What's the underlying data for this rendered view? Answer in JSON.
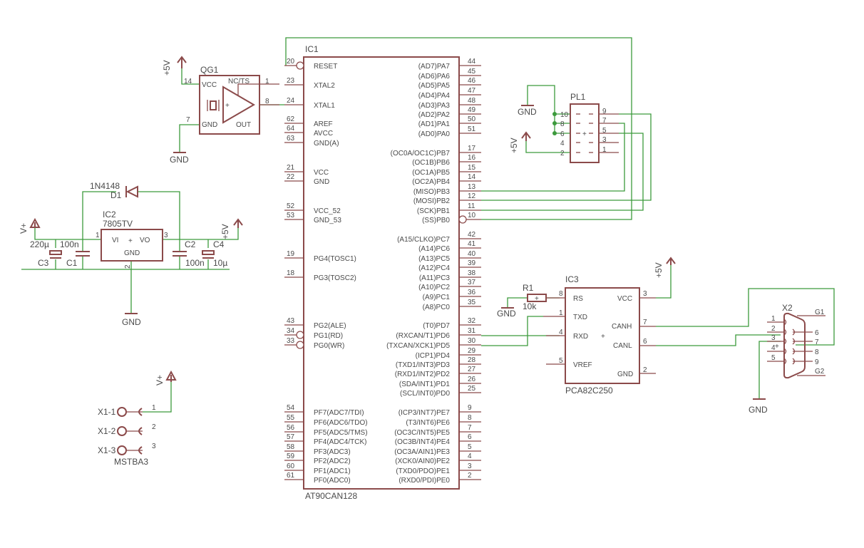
{
  "ic1": {
    "name": "IC1",
    "value": "AT90CAN128",
    "left_pins": [
      {
        "num": "20",
        "name": "RESET",
        "inv": true
      },
      {
        "num": "23",
        "name": "XTAL2"
      },
      {
        "num": "24",
        "name": "XTAL1"
      },
      {
        "num": "62",
        "name": "AREF"
      },
      {
        "num": "64",
        "name": "AVCC"
      },
      {
        "num": "63",
        "name": "GND(A)"
      },
      {
        "num": "21",
        "name": "VCC"
      },
      {
        "num": "22",
        "name": "GND"
      },
      {
        "num": "52",
        "name": "VCC_52"
      },
      {
        "num": "53",
        "name": "GND_53"
      },
      {
        "num": "19",
        "name": "PG4(TOSC1)"
      },
      {
        "num": "18",
        "name": "PG3(TOSC2)"
      },
      {
        "num": "43",
        "name": "PG2(ALE)"
      },
      {
        "num": "34",
        "name": "PG1(RD)",
        "inv": true
      },
      {
        "num": "33",
        "name": "PG0(WR)",
        "inv": true
      },
      {
        "num": "54",
        "name": "PF7(ADC7/TDI)"
      },
      {
        "num": "55",
        "name": "PF6(ADC6/TDO)"
      },
      {
        "num": "56",
        "name": "PF5(ADC5/TMS)"
      },
      {
        "num": "57",
        "name": "PF4(ADC4/TCK)"
      },
      {
        "num": "58",
        "name": "PF3(ADC3)"
      },
      {
        "num": "59",
        "name": "PF2(ADC2)"
      },
      {
        "num": "60",
        "name": "PF1(ADC1)"
      },
      {
        "num": "61",
        "name": "PF0(ADC0)"
      }
    ],
    "right_pins": [
      {
        "num": "44",
        "name": "(AD7)PA7"
      },
      {
        "num": "45",
        "name": "(AD6)PA6"
      },
      {
        "num": "46",
        "name": "(AD5)PA5"
      },
      {
        "num": "47",
        "name": "(AD4)PA4"
      },
      {
        "num": "48",
        "name": "(AD3)PA3"
      },
      {
        "num": "49",
        "name": "(AD2)PA2"
      },
      {
        "num": "50",
        "name": "(AD1)PA1"
      },
      {
        "num": "51",
        "name": "(AD0)PA0"
      },
      {
        "num": "17",
        "name": "(OC0A/OC1C)PB7"
      },
      {
        "num": "16",
        "name": "(OC1B)PB6"
      },
      {
        "num": "15",
        "name": "(OC1A)PB5"
      },
      {
        "num": "14",
        "name": "(OC2A)PB4"
      },
      {
        "num": "13",
        "name": "(MISO)PB3"
      },
      {
        "num": "12",
        "name": "(MOSI)PB2"
      },
      {
        "num": "11",
        "name": "(SCK)PB1"
      },
      {
        "num": "10",
        "name": "(SS)PB0",
        "inv": true
      },
      {
        "num": "42",
        "name": "(A15/CLKO)PC7"
      },
      {
        "num": "41",
        "name": "(A14)PC6"
      },
      {
        "num": "40",
        "name": "(A13)PC5"
      },
      {
        "num": "39",
        "name": "(A12)PC4"
      },
      {
        "num": "38",
        "name": "(A11)PC3"
      },
      {
        "num": "37",
        "name": "(A10)PC2"
      },
      {
        "num": "36",
        "name": "(A9)PC1"
      },
      {
        "num": "35",
        "name": "(A8)PC0"
      },
      {
        "num": "32",
        "name": "(T0)PD7"
      },
      {
        "num": "31",
        "name": "(RXCAN/T1)PD6"
      },
      {
        "num": "30",
        "name": "(TXCAN/XCK1)PD5"
      },
      {
        "num": "29",
        "name": "(ICP1)PD4"
      },
      {
        "num": "28",
        "name": "(TXD1/INT3)PD3"
      },
      {
        "num": "27",
        "name": "(RXD1/INT2)PD2"
      },
      {
        "num": "26",
        "name": "(SDA/INT1)PD1"
      },
      {
        "num": "25",
        "name": "(SCL/INT0)PD0"
      },
      {
        "num": "9",
        "name": "(ICP3/INT7)PE7"
      },
      {
        "num": "8",
        "name": "(T3/INT6)PE6"
      },
      {
        "num": "7",
        "name": "(OC3C/INT5)PE5"
      },
      {
        "num": "6",
        "name": "(OC3B/INT4)PE4"
      },
      {
        "num": "5",
        "name": "(OC3A/AIN1)PE3"
      },
      {
        "num": "4",
        "name": "(XCK0/AIN0)PE2"
      },
      {
        "num": "3",
        "name": "(TXD0/PDO)PE1"
      },
      {
        "num": "2",
        "name": "(RXD0/PDI)PE0"
      }
    ]
  },
  "qg1": {
    "name": "QG1",
    "pins": {
      "vcc": "VCC",
      "gnd": "GND",
      "nc": "NC/TS",
      "out": "OUT"
    },
    "nums": {
      "p14": "14",
      "p7": "7",
      "p1": "1",
      "p8": "8"
    },
    "plus": "+"
  },
  "ic2": {
    "name": "IC2",
    "value": "7805TV",
    "vi": "VI",
    "vo": "VO",
    "gnd": "GND",
    "plus": "+",
    "n1": "1",
    "n2": "2",
    "n3": "3"
  },
  "d1": {
    "name": "D1",
    "value": "1N4148"
  },
  "caps": {
    "c3": {
      "name": "C3",
      "value": "220µ"
    },
    "c1": {
      "name": "C1",
      "value": "100n"
    },
    "c2": {
      "name": "C2",
      "value": "100n"
    },
    "c4": {
      "name": "C4",
      "value": "10µ"
    }
  },
  "pl1": {
    "name": "PL1",
    "nums_left": [
      "10",
      "8",
      "6",
      "4",
      "2"
    ],
    "nums_right": [
      "9",
      "7",
      "5",
      "3",
      "1"
    ],
    "plus": "+"
  },
  "ic3": {
    "name": "IC3",
    "value": "PCA82C250",
    "pins": {
      "rs": "RS",
      "txd": "TXD",
      "rxd": "RXD",
      "vref": "VREF",
      "vcc": "VCC",
      "canh": "CANH",
      "canl": "CANL",
      "gnd": "GND"
    },
    "nums": {
      "rs": "8",
      "txd": "1",
      "rxd": "4",
      "vref": "5",
      "vcc": "3",
      "canh": "7",
      "canl": "6",
      "gnd": "2"
    },
    "plus": "+"
  },
  "r1": {
    "name": "R1",
    "value": "10k",
    "plus": "+"
  },
  "x2": {
    "name": "X2",
    "nums_left": [
      "1",
      "2",
      "3",
      "4",
      "5"
    ],
    "nums_right": [
      "6",
      "7",
      "8",
      "9"
    ],
    "g1": "G1",
    "g2": "G2",
    "plus": "+"
  },
  "x1": {
    "value": "MSTBA3",
    "labels": [
      "X1-1",
      "X1-2",
      "X1-3"
    ],
    "nums": [
      "1",
      "2",
      "3"
    ]
  },
  "supplies": {
    "plus5v": "+5V",
    "vplus": "V+",
    "gnd": "GND"
  }
}
